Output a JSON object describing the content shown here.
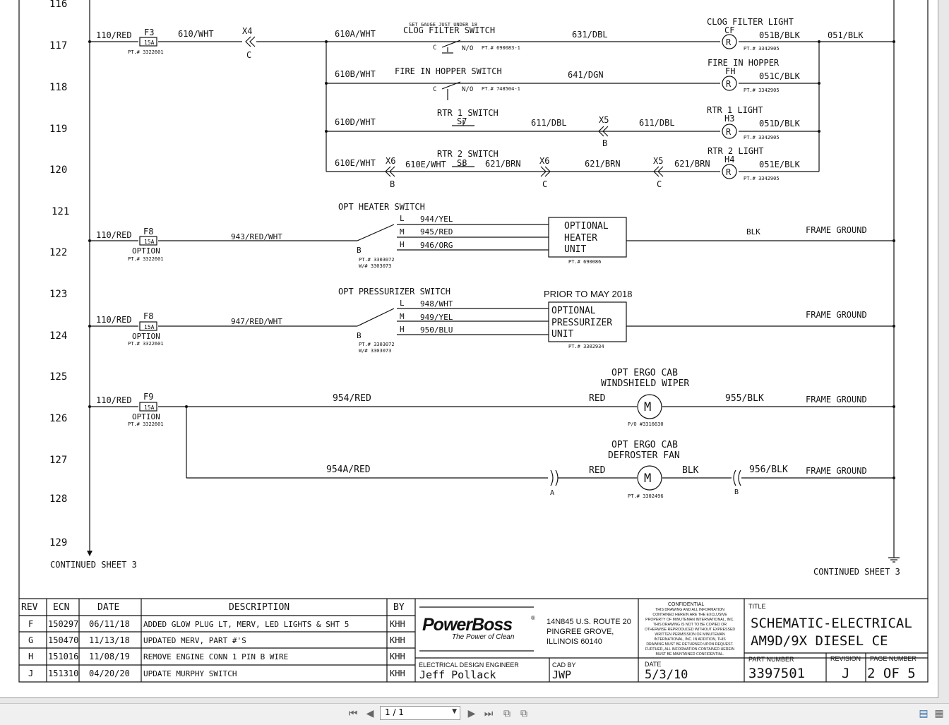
{
  "rows": [
    "116",
    "117",
    "118",
    "119",
    "120",
    "121",
    "122",
    "123",
    "124",
    "125",
    "126",
    "127",
    "128",
    "129"
  ],
  "continued_left": "CONTINUED SHEET 3",
  "continued_right": "CONTINUED SHEET 3",
  "r117": {
    "wire_in": "110/RED",
    "fuse": "F3",
    "fuse_rating": "15A",
    "fuse_pt": "PT.# 3322601",
    "w1": "610/WHT",
    "conn": "X4",
    "conn_pin": "C",
    "w2": "610A/WHT",
    "sw_note": "SET GAUGE JUST UNDER 18",
    "sw_name": "CLOG FILTER SWITCH",
    "sw_c": "C",
    "sw_no": "N/O",
    "sw_pt": "PT.# 690083-1",
    "w3": "631/DBL",
    "lamp_name": "CLOG FILTER LIGHT",
    "lamp_tag": "CF",
    "lamp_r": "R",
    "w4": "051B/BLK",
    "lamp_pt": "PT.# 3342905",
    "w5": "051/BLK"
  },
  "r118": {
    "w1": "610B/WHT",
    "sw_name": "FIRE IN HOPPER SWITCH",
    "sw_c": "C",
    "sw_no": "N/O",
    "sw_pt": "PT.# 748504-1",
    "w2": "641/DGN",
    "lamp_name": "FIRE IN HOPPER",
    "lamp_tag": "FH",
    "lamp_r": "R",
    "w3": "051C/BLK",
    "lamp_pt": "PT.# 3342905"
  },
  "r119": {
    "w1": "610D/WHT",
    "sw_name": "RTR 1 SWITCH",
    "sw_tag": "S7",
    "w2": "611/DBL",
    "conn": "X5",
    "conn_pin": "B",
    "w3": "611/DBL",
    "lamp_name": "RTR 1 LIGHT",
    "lamp_tag": "H3",
    "lamp_r": "R",
    "w4": "051D/BLK",
    "lamp_pt": "PT.# 3342905"
  },
  "r120": {
    "w1": "610E/WHT",
    "conn1": "X6",
    "conn1_pin": "B",
    "w2": "610E/WHT",
    "sw_name": "RTR 2 SWITCH",
    "sw_tag": "S8",
    "w3": "621/BRN",
    "conn2": "X6",
    "conn2_pin": "C",
    "w4": "621/BRN",
    "conn3": "X5",
    "conn3_pin": "C",
    "w5": "621/BRN",
    "lamp_name": "RTR 2 LIGHT",
    "lamp_tag": "H4",
    "lamp_r": "R",
    "w6": "051E/BLK",
    "lamp_pt": "PT.# 3342905"
  },
  "heater": {
    "title": "OPT HEATER SWITCH",
    "wire_in": "110/RED",
    "fuse": "F8",
    "fuse_rating": "15A",
    "option": "OPTION",
    "fuse_pt": "PT.# 3322601",
    "w1": "943/RED/WHT",
    "pos_l": "L",
    "pos_m": "M",
    "pos_h": "H",
    "w_l": "944/YEL",
    "w_m": "945/RED",
    "w_h": "946/ORG",
    "pole": "B",
    "sw_pt1": "PT.# 3303072",
    "sw_pt2": "W/# 3303073",
    "unit_l1": "OPTIONAL",
    "unit_l2": "HEATER",
    "unit_l3": "UNIT",
    "unit_pt": "PT.# 690086",
    "w_out": "BLK",
    "ground": "FRAME GROUND"
  },
  "press": {
    "title": "OPT PRESSURIZER SWITCH",
    "wire_in": "110/RED",
    "fuse": "F8",
    "fuse_rating": "15A",
    "option": "OPTION",
    "fuse_pt": "PT.# 3322601",
    "w1": "947/RED/WHT",
    "pos_l": "L",
    "pos_m": "M",
    "pos_h": "H",
    "w_l": "948/WHT",
    "w_m": "949/YEL",
    "w_h": "950/BLU",
    "pole": "B",
    "sw_pt1": "PT.# 3303072",
    "sw_pt2": "W/# 3303073",
    "prior": "PRIOR TO MAY 2018",
    "unit_l1": "OPTIONAL",
    "unit_l2": "PRESSURIZER",
    "unit_l3": "UNIT",
    "unit_pt": "PT.# 3302934",
    "ground": "FRAME GROUND"
  },
  "wiper": {
    "title1": "OPT ERGO CAB",
    "title2": "WINDSHIELD WIPER",
    "wire_in": "110/RED",
    "fuse": "F9",
    "fuse_rating": "15A",
    "option": "OPTION",
    "fuse_pt": "PT.# 3322601",
    "w1": "954/RED",
    "w_red": "RED",
    "motor": "M",
    "motor_pt": "P/O #3316630",
    "w_out": "955/BLK",
    "ground": "FRAME GROUND"
  },
  "defrost": {
    "title1": "OPT ERGO CAB",
    "title2": "DEFROSTER FAN",
    "w1": "954A/RED",
    "conn_a": "A",
    "w_red": "RED",
    "motor": "M",
    "w_blk": "BLK",
    "motor_pt": "PT.# 3302496",
    "conn_b": "B",
    "w_out": "956/BLK",
    "ground": "FRAME GROUND"
  },
  "rev_table": {
    "headers": [
      "REV",
      "ECN",
      "DATE",
      "DESCRIPTION",
      "BY"
    ],
    "rows": [
      [
        "F",
        "150297",
        "06/11/18",
        "ADDED GLOW PLUG LT, MERV, LED LIGHTS & SHT 5",
        "KHH"
      ],
      [
        "G",
        "150470",
        "11/13/18",
        "UPDATED MERV, PART #'S",
        "KHH"
      ],
      [
        "H",
        "151016",
        "11/08/19",
        "REMOVE ENGINE CONN 1 PIN B WIRE",
        "KHH"
      ],
      [
        "J",
        "151310",
        "04/20/20",
        "UPDATE MURPHY SWITCH",
        "KHH"
      ]
    ]
  },
  "title_block": {
    "logo": "PowerBoss",
    "logo_reg": "®",
    "tagline": "The Power of Clean",
    "addr1": "14N845 U.S. ROUTE 20",
    "addr2": "PINGREE GROVE,",
    "addr3": "ILLINOIS 60140",
    "conf_title": "CONFIDENTIAL",
    "conf_lines": [
      "THIS DRAWING AND ALL INFORMATION",
      "CONTAINED HEREIN ARE THE EXCLUSIVE",
      "PROPERTY OF MINUTEMAN INTERNATIONAL, INC.",
      "THIS DRAWING IS NOT TO BE COPIED OR",
      "OTHERWISE REPRODUCED WITHOUT EXPRESSED",
      "WRITTEN PERMISSION OF MINUTEMAN",
      "INTERNATIONAL, INC. IN ADDITION, THIS",
      "DRAWING MUST BE RETURNED UPON REQUEST.",
      "FURTHER, ALL INFORMATION CONTAINED HEREIN",
      "MUST BE MAINTAINED CONFIDENTIAL."
    ],
    "title_label": "TITLE",
    "title1": "SCHEMATIC-ELECTRICAL",
    "title2": "AM9D/9X DIESEL CE",
    "eng_label": "ELECTRICAL DESIGN ENGINEER",
    "eng": "Jeff Pollack",
    "cad_label": "CAD BY",
    "cad": "JWP",
    "date_label": "DATE",
    "date": "5/3/10",
    "pn_label": "PART NUMBER",
    "pn": "3397501",
    "rev_label": "REVISION",
    "rev": "J",
    "page_label": "PAGE NUMBER",
    "page": "2 OF 5"
  },
  "viewer": {
    "page_value": "1 / 1"
  }
}
